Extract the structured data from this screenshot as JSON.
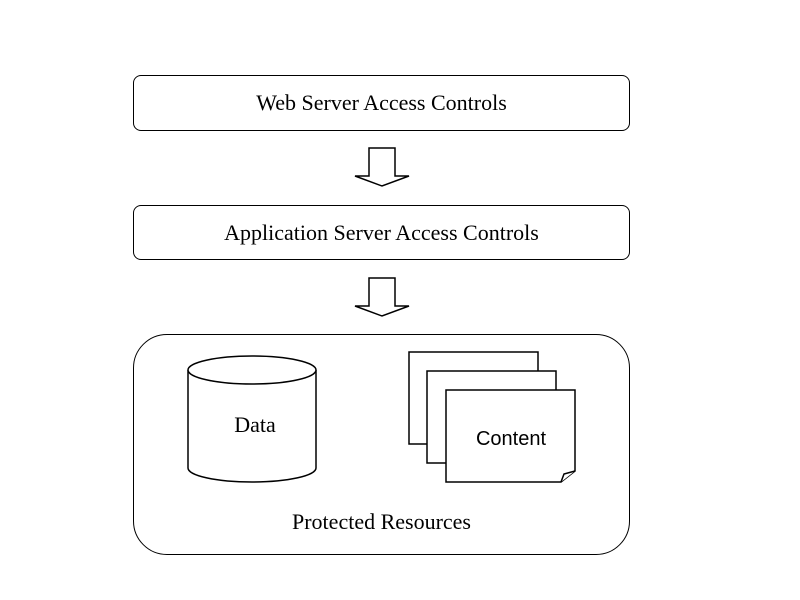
{
  "diagram": {
    "layers": [
      {
        "label": "Web Server Access Controls"
      },
      {
        "label": "Application Server Access Controls"
      }
    ],
    "protected": {
      "label": "Protected Resources",
      "data_label": "Data",
      "content_label": "Content"
    }
  }
}
